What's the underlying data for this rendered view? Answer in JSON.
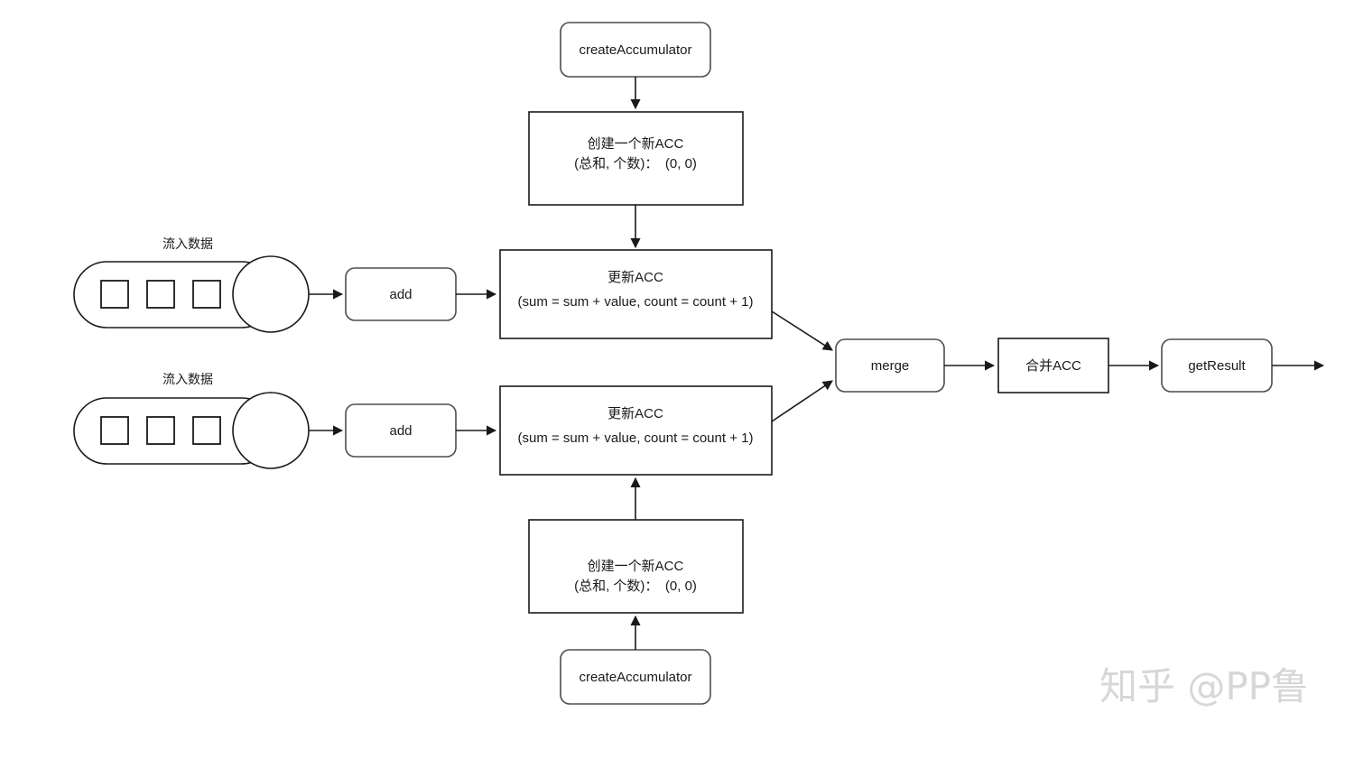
{
  "diagram": {
    "title": "Flink AggregateFunction accumulator dataflow",
    "background_color": "#ffffff",
    "stroke_color": "#1a1a1a",
    "text_color": "#1a1a1a",
    "watermark": "知乎 @PP鲁",
    "watermark_color": "#d7d7d7"
  },
  "nodes": {
    "create_accumulator_top": {
      "label": "createAccumulator",
      "shape": "rounded-rect"
    },
    "create_accumulator_bottom": {
      "label": "createAccumulator",
      "shape": "rounded-rect"
    },
    "new_acc_top": {
      "line1": "创建一个新ACC",
      "line2": "(总和, 个数)：　(0, 0)",
      "shape": "rect"
    },
    "new_acc_bottom": {
      "line1": "创建一个新ACC",
      "line2": "(总和, 个数)：　(0, 0)",
      "shape": "rect"
    },
    "update_acc_top": {
      "line1": "更新ACC",
      "line2": "(sum = sum + value, count = count + 1)",
      "shape": "rect"
    },
    "update_acc_bottom": {
      "line1": "更新ACC",
      "line2": "(sum = sum + value, count = count + 1)",
      "shape": "rect"
    },
    "add_top": {
      "label": "add",
      "shape": "rounded-rect"
    },
    "add_bottom": {
      "label": "add",
      "shape": "rounded-rect"
    },
    "merge": {
      "label": "merge",
      "shape": "rounded-rect"
    },
    "merge_acc": {
      "label": "合并ACC",
      "shape": "rect"
    },
    "get_result": {
      "label": "getResult",
      "shape": "rounded-rect"
    },
    "stream_top": {
      "caption": "流入数据",
      "tiles": 3,
      "shape": "capsule-with-circle"
    },
    "stream_bottom": {
      "caption": "流入数据",
      "tiles": 3,
      "shape": "capsule-with-circle"
    }
  }
}
